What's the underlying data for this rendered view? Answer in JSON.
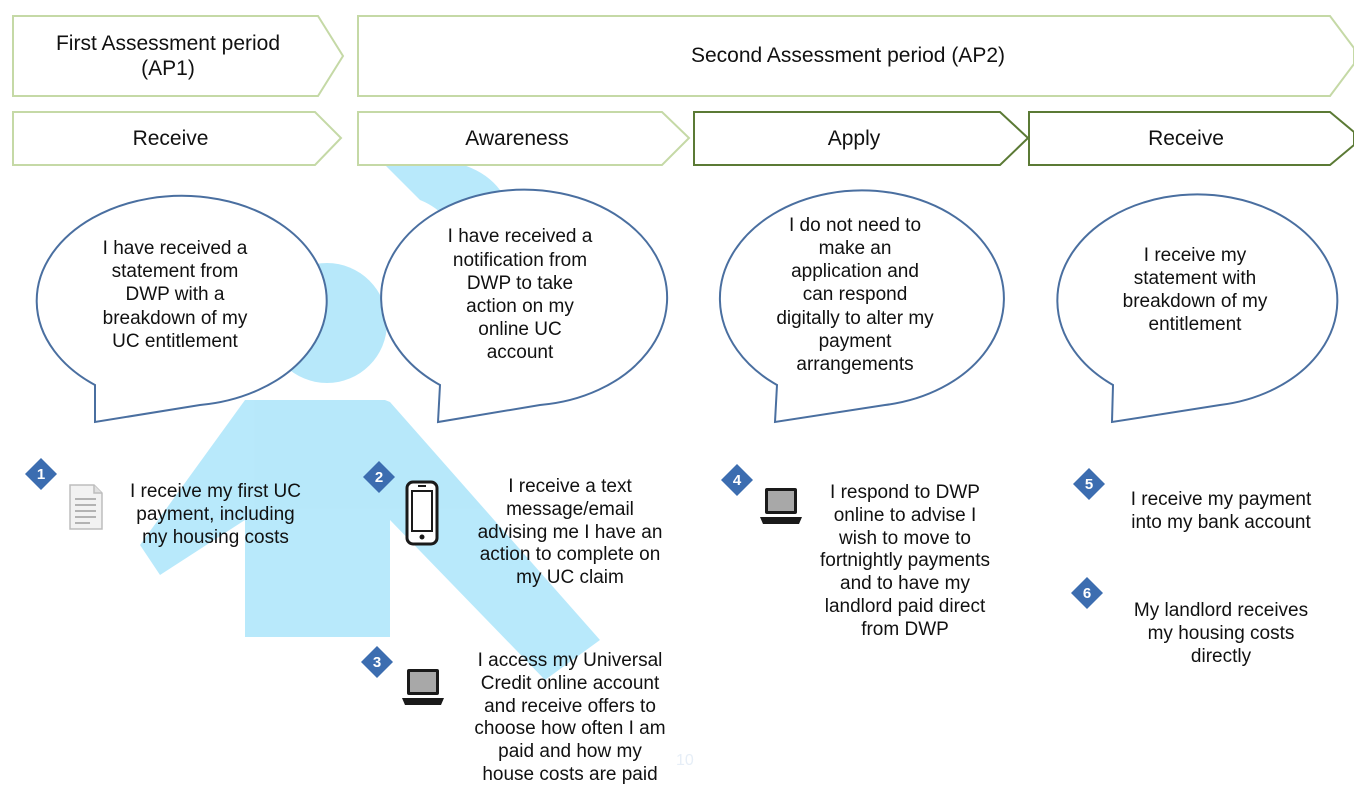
{
  "periods": [
    {
      "label": "First Assessment period\n(AP1)"
    },
    {
      "label": "Second Assessment period (AP2)"
    }
  ],
  "phases": [
    "Receive",
    "Awareness",
    "Apply",
    "Receive"
  ],
  "bubbles": [
    "I have received a\nstatement from\nDWP with a\nbreakdown of my\nUC entitlement",
    "I have received a\nnotification from\nDWP to take\naction on my\nonline UC\naccount",
    "I do not need to\nmake an\napplication and\ncan respond\ndigitally to alter my\npayment\narrangements",
    "I receive my\nstatement with\nbreakdown of my\nentitlement"
  ],
  "steps": [
    {
      "number": "1",
      "icon": "document-icon",
      "text": "I receive my first UC\npayment, including\nmy housing costs"
    },
    {
      "number": "2",
      "icon": "mobile-phone-icon",
      "text": "I receive a text\nmessage/email\nadvising me I have an\naction to complete on\nmy UC claim"
    },
    {
      "number": "3",
      "icon": "laptop-icon",
      "text": "I access my Universal\nCredit online account\nand receive offers to\nchoose how often I am\npaid and how my\nhouse costs are paid"
    },
    {
      "number": "4",
      "icon": "laptop-icon",
      "text": "I respond to DWP\nonline to advise I\nwish to move to\nfortnightly payments\nand to have my\nlandlord paid direct\nfrom DWP"
    },
    {
      "number": "5",
      "icon": "",
      "text": "I receive my payment\ninto my bank account"
    },
    {
      "number": "6",
      "icon": "",
      "text": "My landlord receives\nmy housing costs\ndirectly"
    }
  ],
  "page_number": "10",
  "colors": {
    "light_chevron_border": "#c5d9a6",
    "dark_chevron_border": "#5b7a35",
    "bubble_border": "#4a6fa0",
    "badge_fill": "#3c6db0",
    "watermark": "#00b0f0"
  }
}
